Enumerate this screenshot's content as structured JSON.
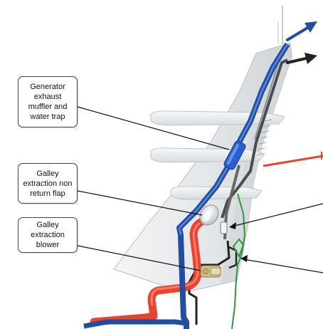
{
  "labels": {
    "generator_muffler": "Generator\nexhaust\nmuffler and\nwater trap",
    "galley_flap": "Galley\nextraction non\nreturn flap",
    "galley_blower": "Galley\nextraction\nblower"
  },
  "icons": {
    "exhaust_arrow": "arrow-up-right-icon",
    "vent_arrow": "arrow-right-icon"
  },
  "colors": {
    "exhaust_pipe": "#1f4ea3",
    "galley_duct": "#e8432d",
    "drain_line": "#2a9b3c",
    "black_line": "#222222",
    "grey_duct": "#666666",
    "muffler": "#2a5fcf",
    "blower_body": "#d4c08a"
  }
}
